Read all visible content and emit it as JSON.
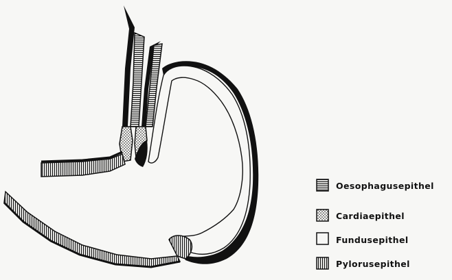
{
  "legend": {
    "items": [
      {
        "key": "oesophagus",
        "label": "Oesophagusepithel",
        "pattern": "horizontal-lines"
      },
      {
        "key": "cardia",
        "label": "Cardiaepithel",
        "pattern": "stippled-dots"
      },
      {
        "key": "fundus",
        "label": "Fundusepithel",
        "pattern": "blank"
      },
      {
        "key": "pylorus",
        "label": "Pylorusepithel",
        "pattern": "vertical-lines"
      }
    ]
  },
  "colors": {
    "background": "#f7f7f5",
    "ink": "#111111"
  }
}
